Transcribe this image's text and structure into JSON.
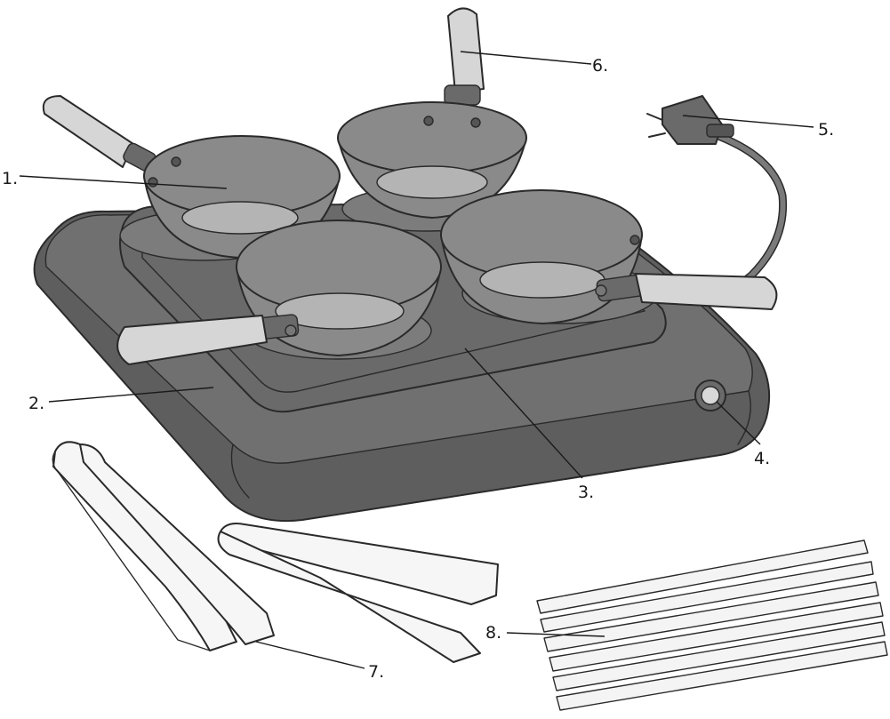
{
  "header_text": "",
  "parts": [
    {
      "id": "1",
      "label": "1."
    },
    {
      "id": "2",
      "label": "2."
    },
    {
      "id": "3",
      "label": "3."
    },
    {
      "id": "4",
      "label": "4."
    },
    {
      "id": "5",
      "label": "5."
    },
    {
      "id": "6",
      "label": "6."
    },
    {
      "id": "7",
      "label": "7."
    },
    {
      "id": "8",
      "label": "8."
    }
  ],
  "colors": {
    "base": "#707070",
    "base_dark": "#5a5a5a",
    "plate": "#6a6a6a",
    "pan_outer": "#8a8a8a",
    "pan_inner": "#b4b4b4",
    "handle": "#d6d6d6",
    "tool": "#f6f6f6",
    "outline": "#2a2a2a"
  }
}
